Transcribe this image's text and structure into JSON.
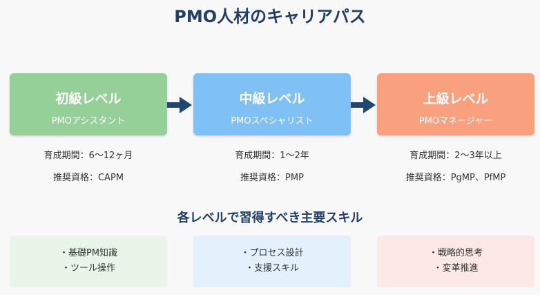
{
  "title": "PMO人材のキャリアパス",
  "levels": [
    {
      "name": "初級レベル",
      "role": "PMOアシスタント",
      "period": "育成期間：6〜12ヶ月",
      "cert": "推奨資格：CAPM",
      "color": "#95d098"
    },
    {
      "name": "中級レベル",
      "role": "PMOスペシャリスト",
      "period": "育成期間：1〜2年",
      "cert": "推奨資格：PMP",
      "color": "#7fc0f5"
    },
    {
      "name": "上級レベル",
      "role": "PMOマネージャー",
      "period": "育成期間：2〜3年以上",
      "cert": "推奨資格：PgMP、PfMP",
      "color": "#f9a07f"
    }
  ],
  "skills_title": "各レベルで習得すべき主要スキル",
  "skills": [
    [
      "・基礎PM知識",
      "・ツール操作"
    ],
    [
      "・プロセス設計",
      "・支援スキル"
    ],
    [
      "・戦略的思考",
      "・変革推進"
    ]
  ],
  "arrow_color": "#1f4770"
}
